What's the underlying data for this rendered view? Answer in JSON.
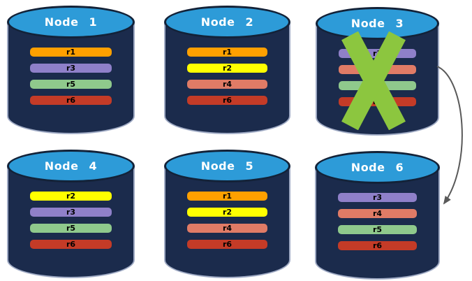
{
  "diagram": {
    "nodes": [
      {
        "label": "Node 1",
        "replicas": [
          "r1",
          "r3",
          "r5",
          "r6"
        ],
        "failed": false
      },
      {
        "label": "Node 2",
        "replicas": [
          "r1",
          "r2",
          "r4",
          "r6"
        ],
        "failed": false
      },
      {
        "label": "Node 3",
        "replicas": [
          "r3",
          "r4",
          "r5",
          "r6"
        ],
        "failed": true
      },
      {
        "label": "Node 4",
        "replicas": [
          "r2",
          "r3",
          "r5",
          "r6"
        ],
        "failed": false
      },
      {
        "label": "Node 5",
        "replicas": [
          "r1",
          "r2",
          "r4",
          "r6"
        ],
        "failed": false
      },
      {
        "label": "Node 6",
        "replicas": [
          "r3",
          "r4",
          "r5",
          "r6"
        ],
        "failed": false
      }
    ],
    "replica_colors": {
      "r1": "#FFA000",
      "r2": "#FFFF00",
      "r3": "#8F80C9",
      "r4": "#E07B66",
      "r5": "#8FC98C",
      "r6": "#C43B27"
    },
    "colors": {
      "cylinder_body": "#1B2B4C",
      "cylinder_top": "#2D9BD8",
      "cylinder_top_border": "#132238",
      "cylinder_edge": "#9FAAC4",
      "failure_x": "#8CC63F",
      "arrow": "#595959",
      "node_title": "#FFFFFF",
      "replica_label": "#000000"
    },
    "failure_marker": {
      "node": "Node 3",
      "icon": "green-x"
    },
    "arrow": {
      "from": "Node 3",
      "to": "Node 6"
    }
  }
}
